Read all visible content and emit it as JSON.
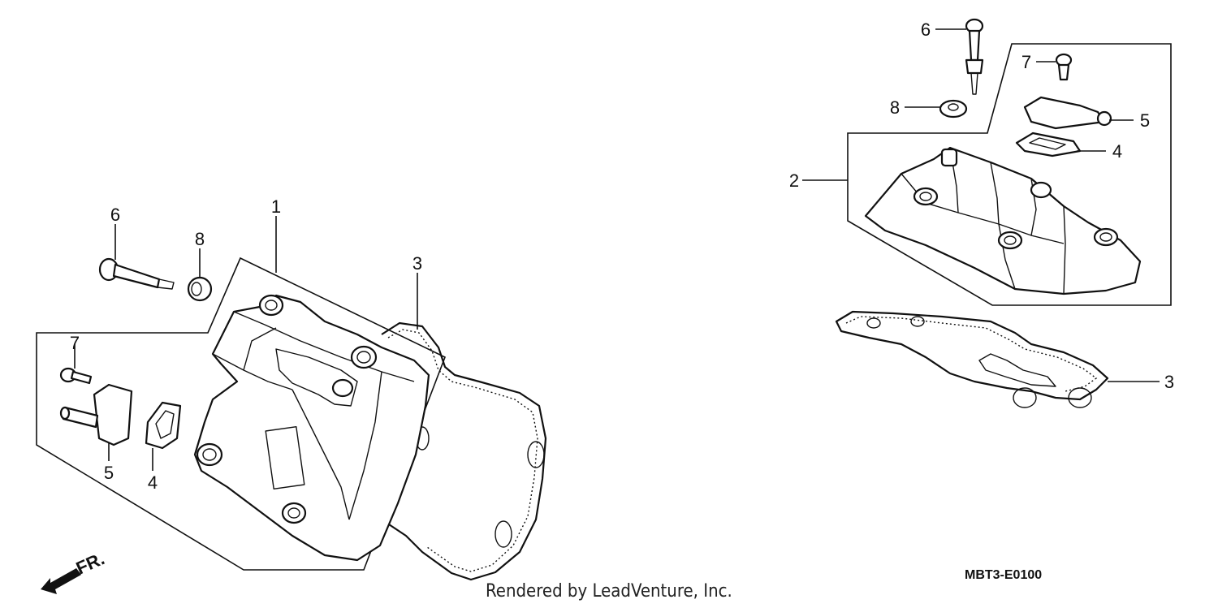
{
  "diagram": {
    "callouts": {
      "left_1": "1",
      "left_3": "3",
      "left_4": "4",
      "left_5": "5",
      "left_6": "6",
      "left_7": "7",
      "left_8": "8",
      "right_2": "2",
      "right_3": "3",
      "right_4": "4",
      "right_5": "5",
      "right_6": "6",
      "right_7": "7",
      "right_8": "8"
    },
    "front_marker": "FR.",
    "credit": "Rendered by LeadVenture, Inc.",
    "diagram_code": "MBT3-E0100"
  }
}
